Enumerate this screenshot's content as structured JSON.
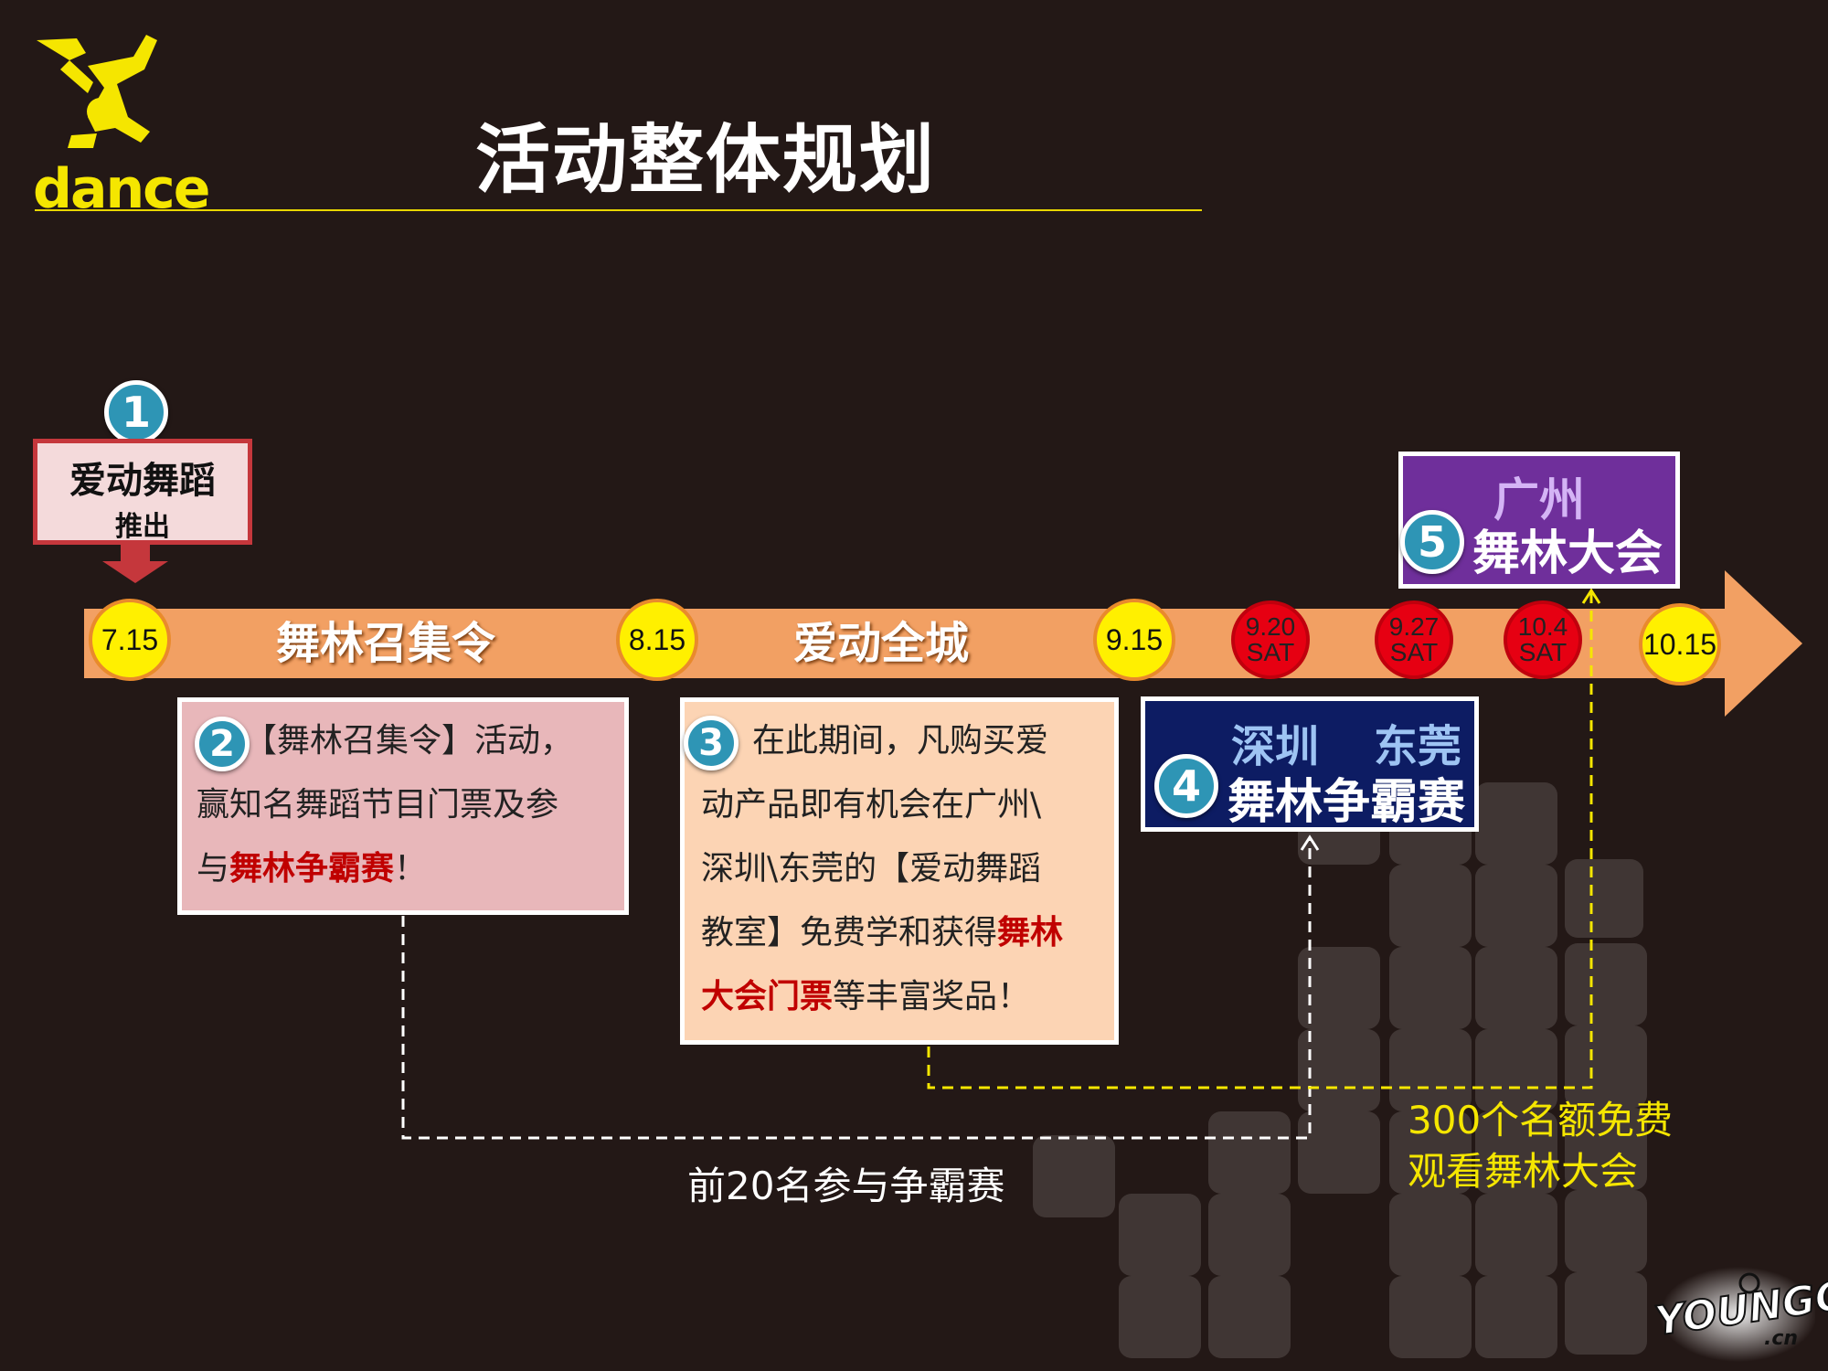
{
  "title": "活动整体规划",
  "logo": {
    "text": "dance"
  },
  "launch": {
    "num": "1",
    "line1": "爱动舞蹈",
    "line2": "推出"
  },
  "timeline": {
    "dates": [
      "7.15",
      "8.15",
      "9.15",
      "10.15"
    ],
    "weekend_dates": [
      {
        "date": "9.20",
        "day": "SAT"
      },
      {
        "date": "9.27",
        "day": "SAT"
      },
      {
        "date": "10.4",
        "day": "SAT"
      }
    ],
    "segments": [
      "舞林召集令",
      "爱动全城"
    ]
  },
  "box2": {
    "num": "2",
    "line1": "【舞林召集令】活动，",
    "line2": "赢知名舞蹈节目门票及参",
    "line3_pre": "与",
    "line3_red": "舞林争霸赛",
    "line3_post": "！"
  },
  "box3": {
    "num": "3",
    "line1": "在此期间，凡购买爱",
    "line2": "动产品即有机会在广州\\",
    "line3": "深圳\\东莞的【爱动舞蹈",
    "line4_pre": "教室】免费学和获得",
    "line4_red": "舞林",
    "line5_red": "大会门票",
    "line5_post": "等丰富奖品！"
  },
  "box4": {
    "num": "4",
    "city1": "深圳",
    "city2": "东莞",
    "main": "舞林争霸赛"
  },
  "box5": {
    "num": "5",
    "city": "广州",
    "main": "舞林大会"
  },
  "notes": {
    "white": "前20名参与争霸赛",
    "yellow_line1": "300个名额免费",
    "yellow_line2": "观看舞林大会"
  },
  "brand": {
    "text": "YOUNGO",
    "suffix": ".cn"
  },
  "colors": {
    "background": "#231816",
    "arrow": "#f2a063",
    "accent_yellow": "#fff000",
    "weekend_red": "#e60012",
    "box2": "#e8b7ba",
    "box3": "#fcd4b4",
    "box4": "#0d1c63",
    "box5": "#6f2f9b",
    "number_badge": "#2e95b5"
  }
}
